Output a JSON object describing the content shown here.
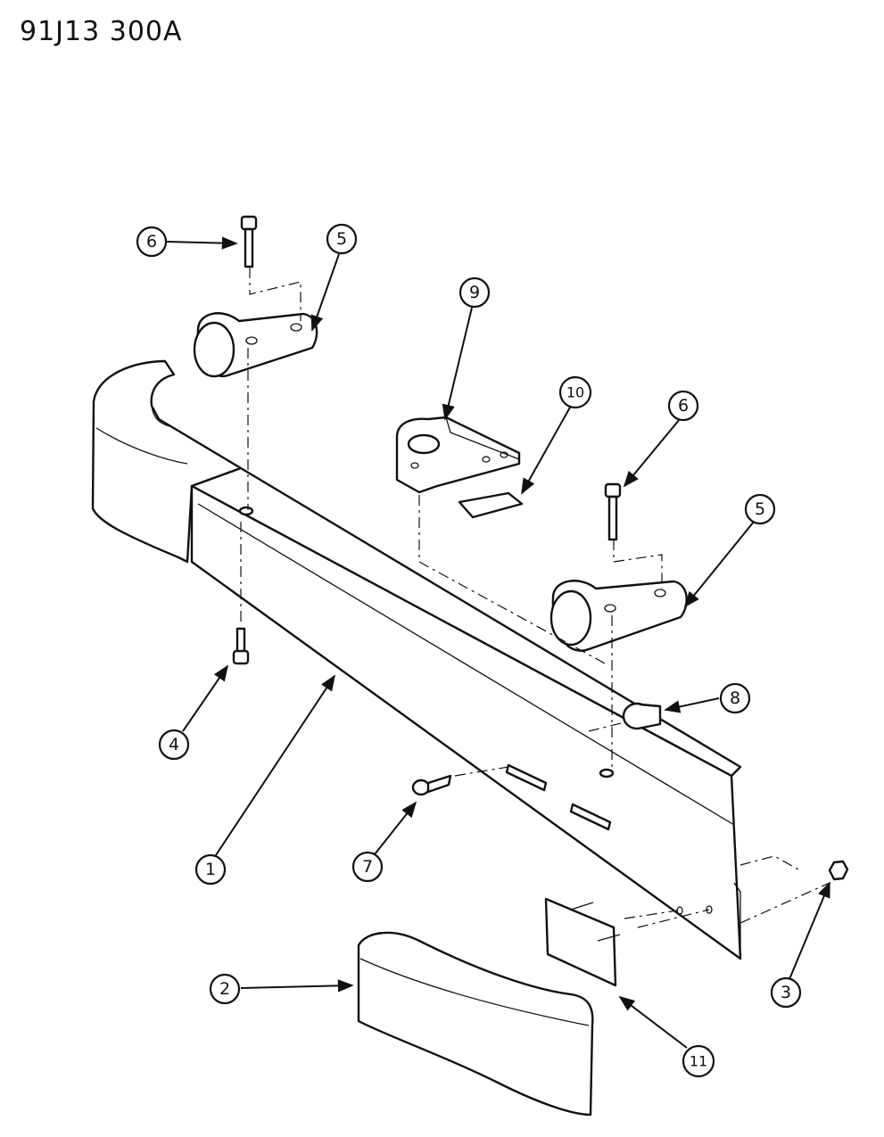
{
  "drawing_code": "91J13 300A",
  "callouts": [
    {
      "id": "c1",
      "label": "1"
    },
    {
      "id": "c2",
      "label": "2"
    },
    {
      "id": "c3",
      "label": "3"
    },
    {
      "id": "c4",
      "label": "4"
    },
    {
      "id": "c5a",
      "label": "5"
    },
    {
      "id": "c5b",
      "label": "5"
    },
    {
      "id": "c6a",
      "label": "6"
    },
    {
      "id": "c6b",
      "label": "6"
    },
    {
      "id": "c7",
      "label": "7"
    },
    {
      "id": "c8",
      "label": "8"
    },
    {
      "id": "c9",
      "label": "9"
    },
    {
      "id": "c10",
      "label": "10"
    },
    {
      "id": "c11",
      "label": "11"
    }
  ]
}
